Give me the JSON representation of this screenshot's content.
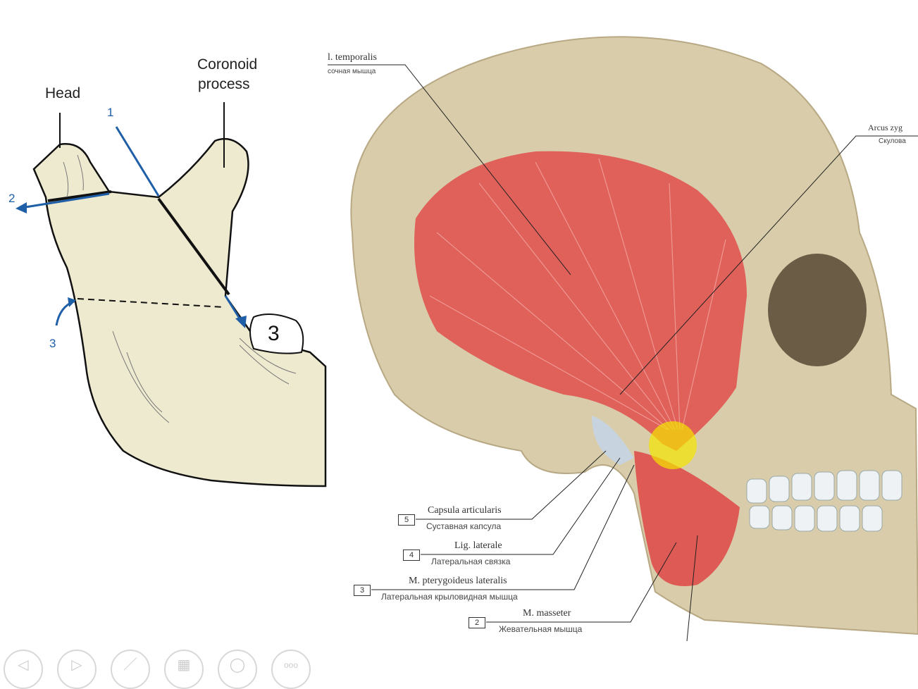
{
  "left_diagram": {
    "labels": {
      "head": "Head",
      "coronoid": "Coronoid\nprocess",
      "coronoid_line1": "Coronoid",
      "coronoid_line2": "process"
    },
    "arrow_numbers": [
      "1",
      "2",
      "3"
    ],
    "tooth_number": "3",
    "arrow_color": "#1f5fa8",
    "bone_color": "#eeead0"
  },
  "skull_diagram": {
    "top_labels": [
      {
        "latin": "l. temporalis",
        "russian": "сочная мышца"
      },
      {
        "latin": "Arcus zyg",
        "russian": "Скулова"
      }
    ],
    "bottom_labels": [
      {
        "number": "5",
        "latin": "Capsula articularis",
        "russian": "Суставная капсула"
      },
      {
        "number": "4",
        "latin": "Lig. laterale",
        "russian": "Латеральная связка"
      },
      {
        "number": "3",
        "latin": "M. pterygoideus lateralis",
        "russian": "Латеральная крыловидная мышца"
      },
      {
        "number": "2",
        "latin": "M. masseter",
        "russian": "Жевательная мышца"
      }
    ],
    "muscle_color": "#e0605a",
    "bone_color": "#d9ccaa"
  },
  "toolbar": {
    "buttons": [
      "previous-slide",
      "next-slide",
      "pen",
      "slides-view",
      "zoom",
      "more-options"
    ],
    "more_label": "ooo"
  }
}
